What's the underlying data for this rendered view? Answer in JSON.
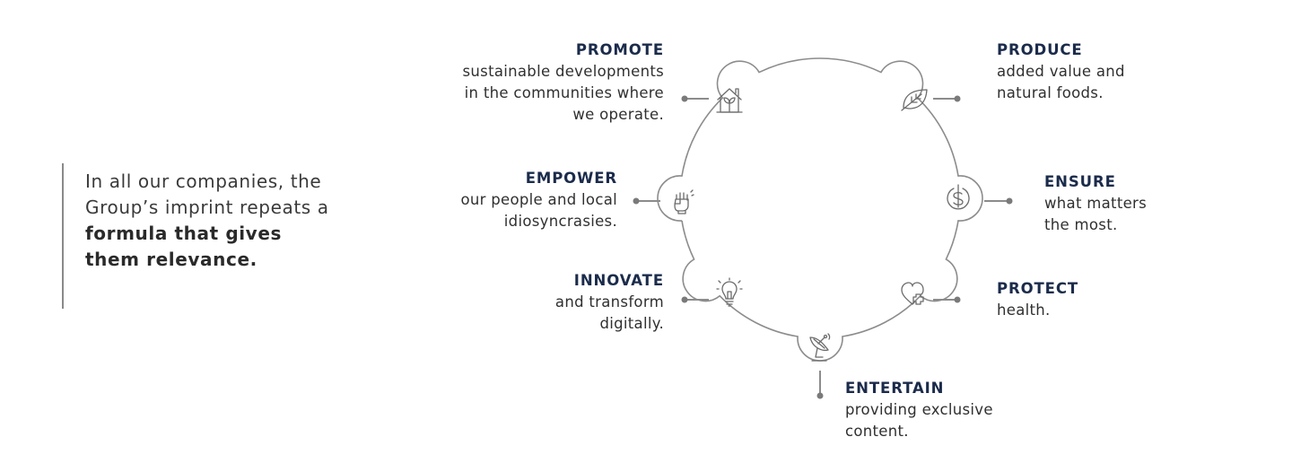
{
  "intro": {
    "text_lead": "In all our companies, the Group’s imprint repeats a ",
    "text_bold": "formula that gives them relevance."
  },
  "colors": {
    "title": "#1b2b4b",
    "line": "#8c8c8c",
    "icon": "#6b6b6b",
    "text": "#303030"
  },
  "items": [
    {
      "title": "PROMOTE",
      "description": "sustainable developments\nin the communities where\nwe operate.",
      "icon": "house-sprout-icon"
    },
    {
      "title": "PRODUCE",
      "description": "added value and\nnatural foods.",
      "icon": "leaf-icon"
    },
    {
      "title": "EMPOWER",
      "description": "our people and local\nidiosyncrasies.",
      "icon": "raised-fist-icon"
    },
    {
      "title": "ENSURE",
      "description": "what matters\nthe most.",
      "icon": "dollar-coin-icon"
    },
    {
      "title": "INNOVATE",
      "description": "and transform\ndigitally.",
      "icon": "light-bulb-icon"
    },
    {
      "title": "PROTECT",
      "description": "health.",
      "icon": "heart-plus-icon"
    },
    {
      "title": "ENTERTAIN",
      "description": "providing exclusive\ncontent.",
      "icon": "satellite-dish-icon"
    }
  ]
}
